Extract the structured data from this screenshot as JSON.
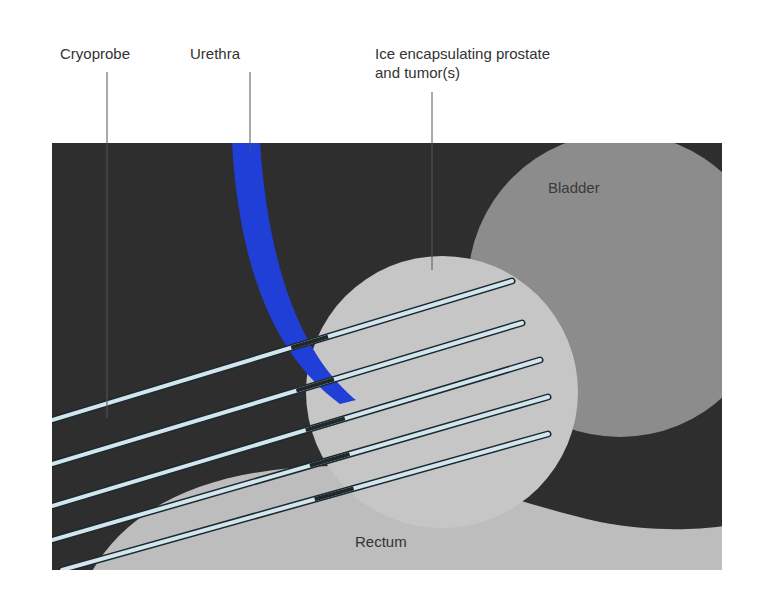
{
  "diagram": {
    "labels": [
      "Cryoprobe",
      "Urethra",
      "Ice encapsulating prostate and tumor(s)",
      "Bladder",
      "Rectum"
    ]
  }
}
